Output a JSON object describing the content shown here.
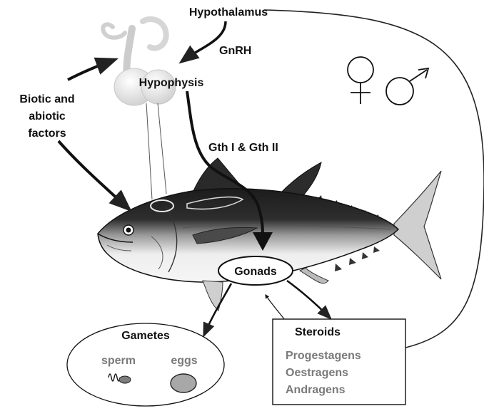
{
  "labels": {
    "hypothalamus": "Hypothalamus",
    "gnrh": "GnRH",
    "hypophysis": "Hypophysis",
    "biotic_line1": "Biotic and",
    "biotic_line2": "abiotic",
    "biotic_line3": "factors",
    "gth": "Gth I & Gth II",
    "gonads": "Gonads",
    "gametes": "Gametes",
    "sperm": "sperm",
    "eggs": "eggs",
    "steroids": "Steroids",
    "steroid_items": [
      "Progestagens",
      "Oestragens",
      "Andragens"
    ]
  },
  "colors": {
    "ink": "#111111",
    "muted_text": "#7a7a7a",
    "egg_fill": "#a8a8a8",
    "sperm_fill": "#7d7d7d",
    "fish_dark": "#1c1c1c",
    "fish_light": "#f2f2f2"
  },
  "icons": [
    "female-symbol-icon",
    "male-symbol-icon",
    "pituitary-gland-icon",
    "tuna-fish-icon"
  ]
}
